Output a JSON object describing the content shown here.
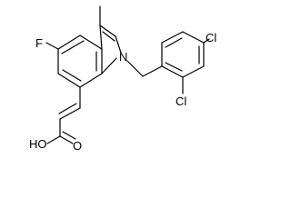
{
  "molecule": {
    "labels": {
      "fluorine": "F",
      "nitrogen": "N",
      "chlorine_top": "Cl",
      "chlorine_bottom": "Cl",
      "hydroxyl": "HO",
      "carbonyl_oxygen": "O"
    }
  },
  "colors": {
    "bond": "#000000",
    "background": "#ffffff"
  }
}
